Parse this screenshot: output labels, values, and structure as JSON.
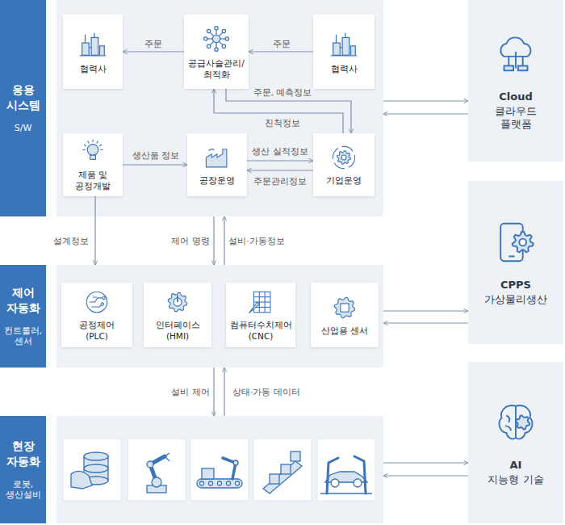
{
  "diagram": {
    "nodes": [
      {
        "text": [
          "응용 시스템",
          "S/W"
        ]
      },
      {
        "text": [
          "협력사"
        ],
        "in": 0
      },
      {
        "text": [
          "공급사슬관리/ 최적화"
        ],
        "in": 0
      },
      {
        "text": [
          "협력사"
        ],
        "in": 0
      },
      {
        "text": [
          "제품 및 공정개발"
        ],
        "in": 0
      },
      {
        "text": [
          "공장운영"
        ],
        "in": 0
      },
      {
        "text": [
          "기업운영"
        ],
        "in": 0
      },
      {
        "text": [
          "Cloud",
          "클라우드 플랫폼"
        ]
      },
      {
        "text": [
          "제어 자동화",
          "컨트롤러, 센서"
        ]
      },
      {
        "text": [
          "공정제어 (PLC)"
        ],
        "in": 8
      },
      {
        "text": [
          "인터페이스 (HMI)"
        ],
        "in": 8
      },
      {
        "text": [
          "컴퓨터수치제어 (CNC)"
        ],
        "in": 8
      },
      {
        "text": [
          "산업용 센서"
        ],
        "in": 8
      },
      {
        "text": [
          "CPPS",
          "가상물리생산"
        ]
      },
      {
        "text": [
          "현장 자동화",
          "로봇, 생산설비"
        ]
      },
      {
        "text": [
          "AI",
          "지능형 기술"
        ]
      }
    ],
    "edges": [
      {
        "from": 2,
        "to": 1,
        "arrow": "to",
        "label": "주문"
      },
      {
        "from": 3,
        "to": 2,
        "arrow": "to",
        "label": "주문"
      },
      {
        "from": 2,
        "to": 6,
        "arrow": "to",
        "label": "주문, 예측정보"
      },
      {
        "from": 6,
        "to": 2,
        "arrow": "to",
        "label": "진척정보"
      },
      {
        "from": 4,
        "to": 5,
        "arrow": "to",
        "label": "생산품 정보"
      },
      {
        "from": 5,
        "to": 6,
        "arrow": "to",
        "label": "생산 실적정보"
      },
      {
        "from": 6,
        "to": 5,
        "arrow": "to",
        "label": "주문관리정보"
      },
      {
        "from": 4,
        "to": 8,
        "arrow": "to",
        "label": "설계정보"
      },
      {
        "from": 0,
        "to": 8,
        "arrow": "to",
        "label": "제어 명령"
      },
      {
        "from": 8,
        "to": 0,
        "arrow": "to",
        "label": "설비·가동정보"
      },
      {
        "from": 8,
        "to": 14,
        "arrow": "to",
        "label": "설비 제어"
      },
      {
        "from": 14,
        "to": 8,
        "arrow": "to",
        "label": "상태·가동 데이터"
      },
      {
        "from": 0,
        "to": 7,
        "arrow": "to"
      },
      {
        "from": 7,
        "to": 0,
        "arrow": "to"
      },
      {
        "from": 8,
        "to": 13,
        "arrow": "to"
      },
      {
        "from": 13,
        "to": 8,
        "arrow": "to"
      },
      {
        "from": 14,
        "to": 15,
        "arrow": "to"
      },
      {
        "from": 15,
        "to": 14,
        "arrow": "to"
      }
    ]
  }
}
